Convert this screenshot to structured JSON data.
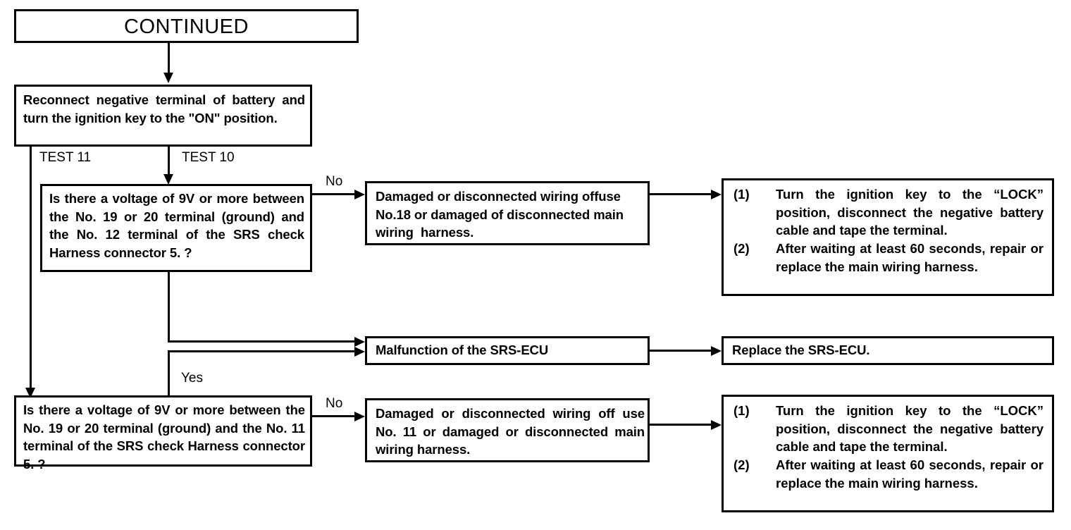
{
  "diagram": {
    "title": "SRS troubleshooting flowchart (continued)",
    "header": {
      "label": "CONTINUED"
    },
    "boxes": {
      "reconnect": {
        "text": "Reconnect negative terminal of battery and turn the ignition key to the \"ON\" position."
      },
      "test10_question": {
        "text": "Is there a voltage of 9V or more between the No. 19 or 20 terminal (ground) and the No. 12 terminal of the SRS check Harness connector 5. ?"
      },
      "damaged_fuse18": {
        "text": "Damaged or disconnected wiring offuse No.18 or damaged of disconnected main wiring  harness."
      },
      "repair_top": {
        "items": [
          {
            "marker": "(1)",
            "text": "Turn the ignition key to the “LOCK” position, disconnect the negative battery cable and tape the terminal."
          },
          {
            "marker": "(2)",
            "text": "After waiting at least 60 seconds, repair or replace the main wiring harness."
          }
        ]
      },
      "malfunction_ecu": {
        "text": "Malfunction of the SRS-ECU"
      },
      "replace_ecu": {
        "text": "Replace the SRS-ECU."
      },
      "test11_question": {
        "text": "Is there a voltage of 9V or more between the No. 19 or 20 terminal (ground) and the No. 11 terminal of the SRS check Harness connector 5. ?"
      },
      "damaged_fuse11": {
        "text": "Damaged or disconnected wiring off use No. 11 or damaged or disconnected main wiring harness."
      },
      "repair_bottom": {
        "items": [
          {
            "marker": "(1)",
            "text": "Turn the ignition key to the “LOCK” position, disconnect the negative battery cable and tape the terminal."
          },
          {
            "marker": "(2)",
            "text": "After waiting at least 60 seconds, repair or replace the main wiring harness."
          }
        ]
      }
    },
    "edge_labels": {
      "test11": "TEST 11",
      "test10": "TEST 10",
      "no_top": "No",
      "no_bottom": "No",
      "yes": "Yes"
    }
  }
}
